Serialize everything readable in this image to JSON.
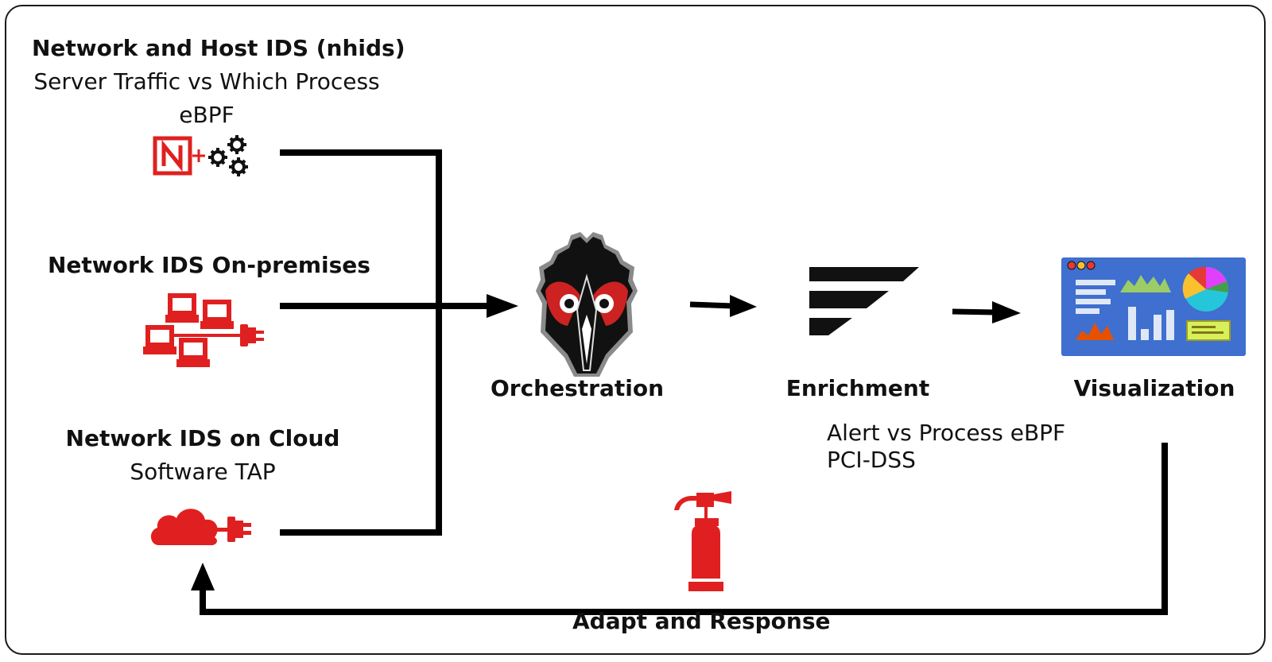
{
  "sources": {
    "nhids": {
      "title": "Network and Host IDS (nhids)",
      "line1": "Server Traffic vs Which Process",
      "line2": "eBPF",
      "icon": "nplus-gears-icon"
    },
    "onprem": {
      "title": "Network IDS On-premises",
      "icon": "network-plug-icon"
    },
    "cloud": {
      "title": "Network IDS on Cloud",
      "line1": "Software TAP",
      "icon": "cloud-plug-icon"
    }
  },
  "pipeline": {
    "orchestration": {
      "label": "Orchestration",
      "icon": "owl-shield-icon"
    },
    "enrichment": {
      "label": "Enrichment",
      "icon": "stripes-logo-icon",
      "notes": [
        "Alert vs Process eBPF",
        "PCI-DSS"
      ]
    },
    "visualization": {
      "label": "Visualization",
      "icon": "dashboard-icon"
    }
  },
  "feedback": {
    "label": "Adapt and Response",
    "icon": "fire-extinguisher-icon"
  },
  "colors": {
    "accent": "#e02020",
    "line": "#000000",
    "dashboard": "#3f6fcf"
  }
}
